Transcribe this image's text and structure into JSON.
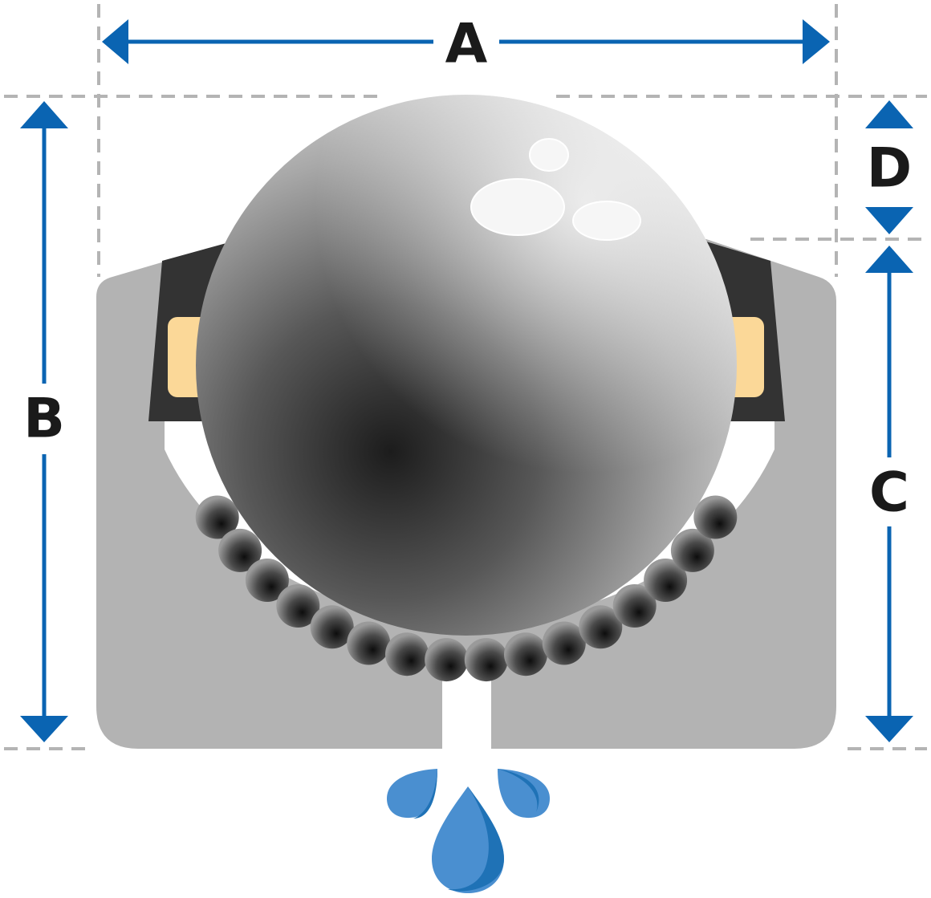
{
  "dimensions": {
    "a": {
      "label": "A"
    },
    "b": {
      "label": "B"
    },
    "c": {
      "label": "C"
    },
    "d": {
      "label": "D"
    }
  },
  "colors": {
    "housing": "#b3b3b3",
    "seal": "#333333",
    "seal_insert": "#fbd898",
    "dimension_arrow": "#0a64b2",
    "guide_dash": "#b4b4b4",
    "droplet": "#4a8fd0",
    "droplet_shade": "#1f72b6"
  },
  "components": {
    "main_ball": "main-ball",
    "support_balls": 16,
    "drain_droplets": 3
  }
}
